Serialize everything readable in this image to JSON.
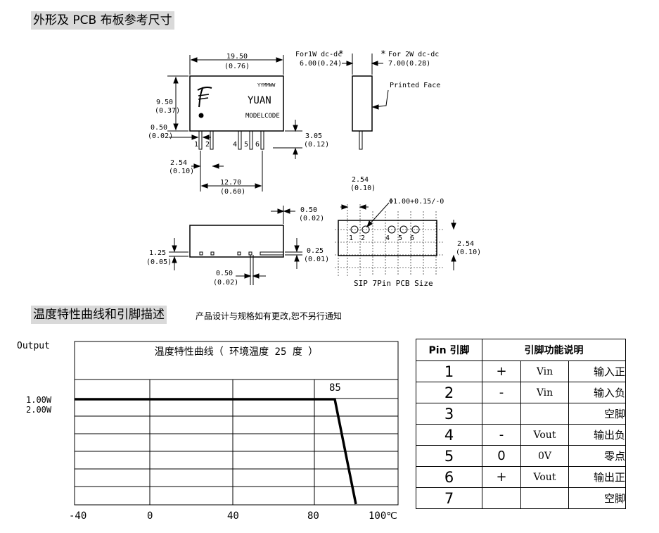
{
  "section1": {
    "title": "外形及 PCB 布板参考尺寸"
  },
  "section2": {
    "title": "温度特性曲线和引脚描述",
    "notice": "产品设计与规格如有更改,恕不另行通知"
  },
  "drawing": {
    "width_label": "19.50",
    "width_label_in": "(0.76)",
    "height_label": "9.50",
    "height_label_in": "(0.37)",
    "pin_w_label": "0.50",
    "pin_w_label_in": "(0.02)",
    "pitch_label": "2.54",
    "pitch_label_in": "(0.10)",
    "span_label": "12.70",
    "span_label_in": "(0.60)",
    "pin_len_label": "3.05",
    "pin_len_label_in": "(0.12)",
    "date_code": "YYMMWW",
    "brand": "YUAN",
    "model": "MODELCODE",
    "pin_numbers": [
      "1",
      "2",
      "4",
      "5",
      "6"
    ],
    "thick_1w": "For1W dc-dc",
    "thick_1w_val": "6.00(0.24)",
    "thick_2w": "For 2W dc-dc",
    "thick_2w_val": "7.00(0.28)",
    "asterisk": "*",
    "printed_face": "Printed Face",
    "bottom_top_label": "0.50",
    "bottom_top_label_in": "(0.02)",
    "bottom_left_label": "1.25",
    "bottom_left_label_in": "(0.05)",
    "bottom_right_label": "0.25",
    "bottom_right_label_in": "(0.01)",
    "bottom_pin_label": "0.50",
    "bottom_pin_label_in": "(0.02)",
    "pcb_pitch_label": "2.54",
    "pcb_pitch_label_in": "(0.10)",
    "hole_label": "Φ1.00+0.15/-0",
    "pcb_pin_numbers": [
      "1",
      "2",
      "4",
      "5",
      "6"
    ],
    "pcb_side_label": "2.54",
    "pcb_side_label_in": "(0.10)",
    "pcb_caption": "SIP 7Pin  PCB Size"
  },
  "chart_data": {
    "type": "line",
    "title": "温度特性曲线（ 环境温度 25 度 ）",
    "ylabel": "Output",
    "y_tick_labels": [
      "1.00W",
      "2.00W"
    ],
    "x_tick_labels": [
      "-40",
      "0",
      "40",
      "80",
      "100℃"
    ],
    "annotation": "85",
    "series": [
      {
        "x": [
          -40,
          85,
          100
        ],
        "y": [
          1.0,
          1.0,
          0
        ]
      }
    ],
    "xlim": [
      -40,
      100
    ]
  },
  "pin_table": {
    "headers": [
      "Pin 引脚",
      "引脚功能说明"
    ],
    "rows": [
      {
        "pin": "1",
        "sym": "+",
        "name": "Vin",
        "func": "输入正"
      },
      {
        "pin": "2",
        "sym": "-",
        "name": "Vin",
        "func": "输入负"
      },
      {
        "pin": "3",
        "sym": "",
        "name": "",
        "func": "空脚"
      },
      {
        "pin": "4",
        "sym": "-",
        "name": "Vout",
        "func": "输出负"
      },
      {
        "pin": "5",
        "sym": "0",
        "name": "0V",
        "func": "零点"
      },
      {
        "pin": "6",
        "sym": "+",
        "name": "Vout",
        "func": "输出正"
      },
      {
        "pin": "7",
        "sym": "",
        "name": "",
        "func": "空脚"
      }
    ]
  }
}
